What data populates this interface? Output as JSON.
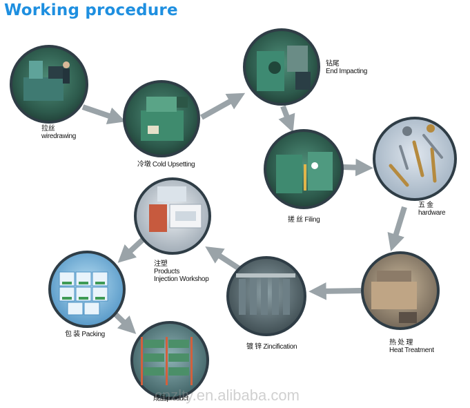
{
  "title": "Working procedure",
  "steps": [
    {
      "zh": "拉丝",
      "en": "wiredrawing"
    },
    {
      "zh": "冷墩",
      "en": "Cold Upsetting"
    },
    {
      "zh": "钻尾",
      "en": "End Impacting"
    },
    {
      "zh": "搓 丝",
      "en": "Filing"
    },
    {
      "zh": "五 金",
      "en": "hardware"
    },
    {
      "zh": "热 处 理",
      "en": "Heat Treatment"
    },
    {
      "zh": "镀 锌",
      "en": "Zincification"
    },
    {
      "zh": "注塑",
      "en": "Products",
      "en2": "Injection Workshop"
    },
    {
      "zh": "包 装",
      "en": "Packing"
    },
    {
      "zh": "成品",
      "en": "product"
    }
  ],
  "watermark": "cnzlty.en.alibaba.com",
  "colors": {
    "title": "#1e8fe0",
    "ring": "#2f3d46",
    "arrow": "#9aa3a8"
  }
}
